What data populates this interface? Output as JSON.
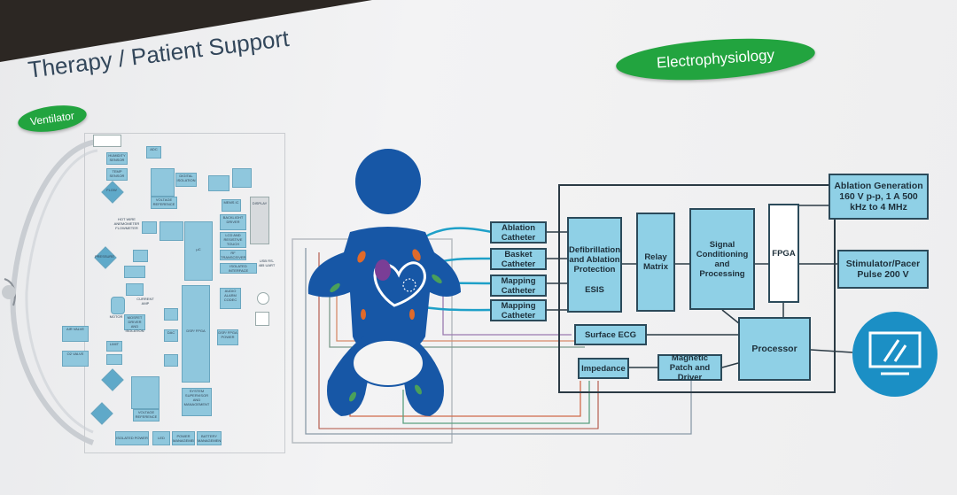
{
  "slide": {
    "title": "Therapy / Patient Support",
    "ventilator_tag": "Ventilator",
    "ep_tag": "Electrophysiology"
  },
  "catheters": {
    "ablation": "Ablation Catheter",
    "basket": "Basket Catheter",
    "mapping1": "Mapping Catheter",
    "mapping2": "Mapping Catheter"
  },
  "blocks": {
    "defib": "Defibrillation and Ablation Protection",
    "esis": "ESIS",
    "relay": "Relay Matrix",
    "signal": "Signal Conditioning and Processing",
    "fpga": "FPGA",
    "ablation_gen": "Ablation Generation 160 V p-p, 1 A 500 kHz to 4 MHz",
    "stimulator": "Stimulator/Pacer Pulse 200 V",
    "surface_ecg": "Surface ECG",
    "impedance": "Impedance",
    "magnetic": "Magnetic Patch and Driver",
    "processor": "Processor"
  },
  "ventilator_labels": {
    "humidity": "HUMIDITY SENSOR",
    "temp": "TEMP SENSOR",
    "adc1": "ADC",
    "voltage_ref": "VOLTAGE REFERENCE",
    "digital_iso": "DIGITAL ISOLATION",
    "flow": "FLOW",
    "hot_wire": "HOT WIRE ANEMOMETER FLOWMETER",
    "pressure": "PRESSURE",
    "motor": "MOTOR",
    "air_valve": "AIR VALVE",
    "o2_valve": "O2 VALVE",
    "uc": "µC",
    "mems": "MEMS IC",
    "backlight": "BACKLIGHT DRIVER",
    "lcd": "LCD AND RESISTIVE TOUCH",
    "rf": "RF TRANSCEIVER",
    "iso_interface": "ISOLATED INTERFACE",
    "display": "DISPLAY",
    "rs485": "USB RS-485 UART",
    "audio": "AUDIO ALARM CODEC",
    "dsp": "DSP/ FPGA",
    "dsp_power": "DSP/ FPGA POWER",
    "system": "SYSTEM SUPERVISOR AND MANAGEMENT",
    "isolated_power": "ISOLATED POWER",
    "led": "LED",
    "power_mgmt": "POWER MANAGEMENT",
    "battery": "BATTERY MANAGEMENT",
    "dac": "DAC",
    "limit": "LIMIT",
    "current_amp": "CURRENT AMP",
    "mosfet": "MOSFET DRIVER AND ISOLATION",
    "adc_ref": "VOLTAGE REFERENCE"
  },
  "colors": {
    "block_fill": "#8fd0e6",
    "block_border": "#2b4a5a",
    "tag_green": "#22a43f",
    "figure_blue": "#1757a6",
    "monitor_blue": "#1b8fc5",
    "title_color": "#33475b"
  }
}
